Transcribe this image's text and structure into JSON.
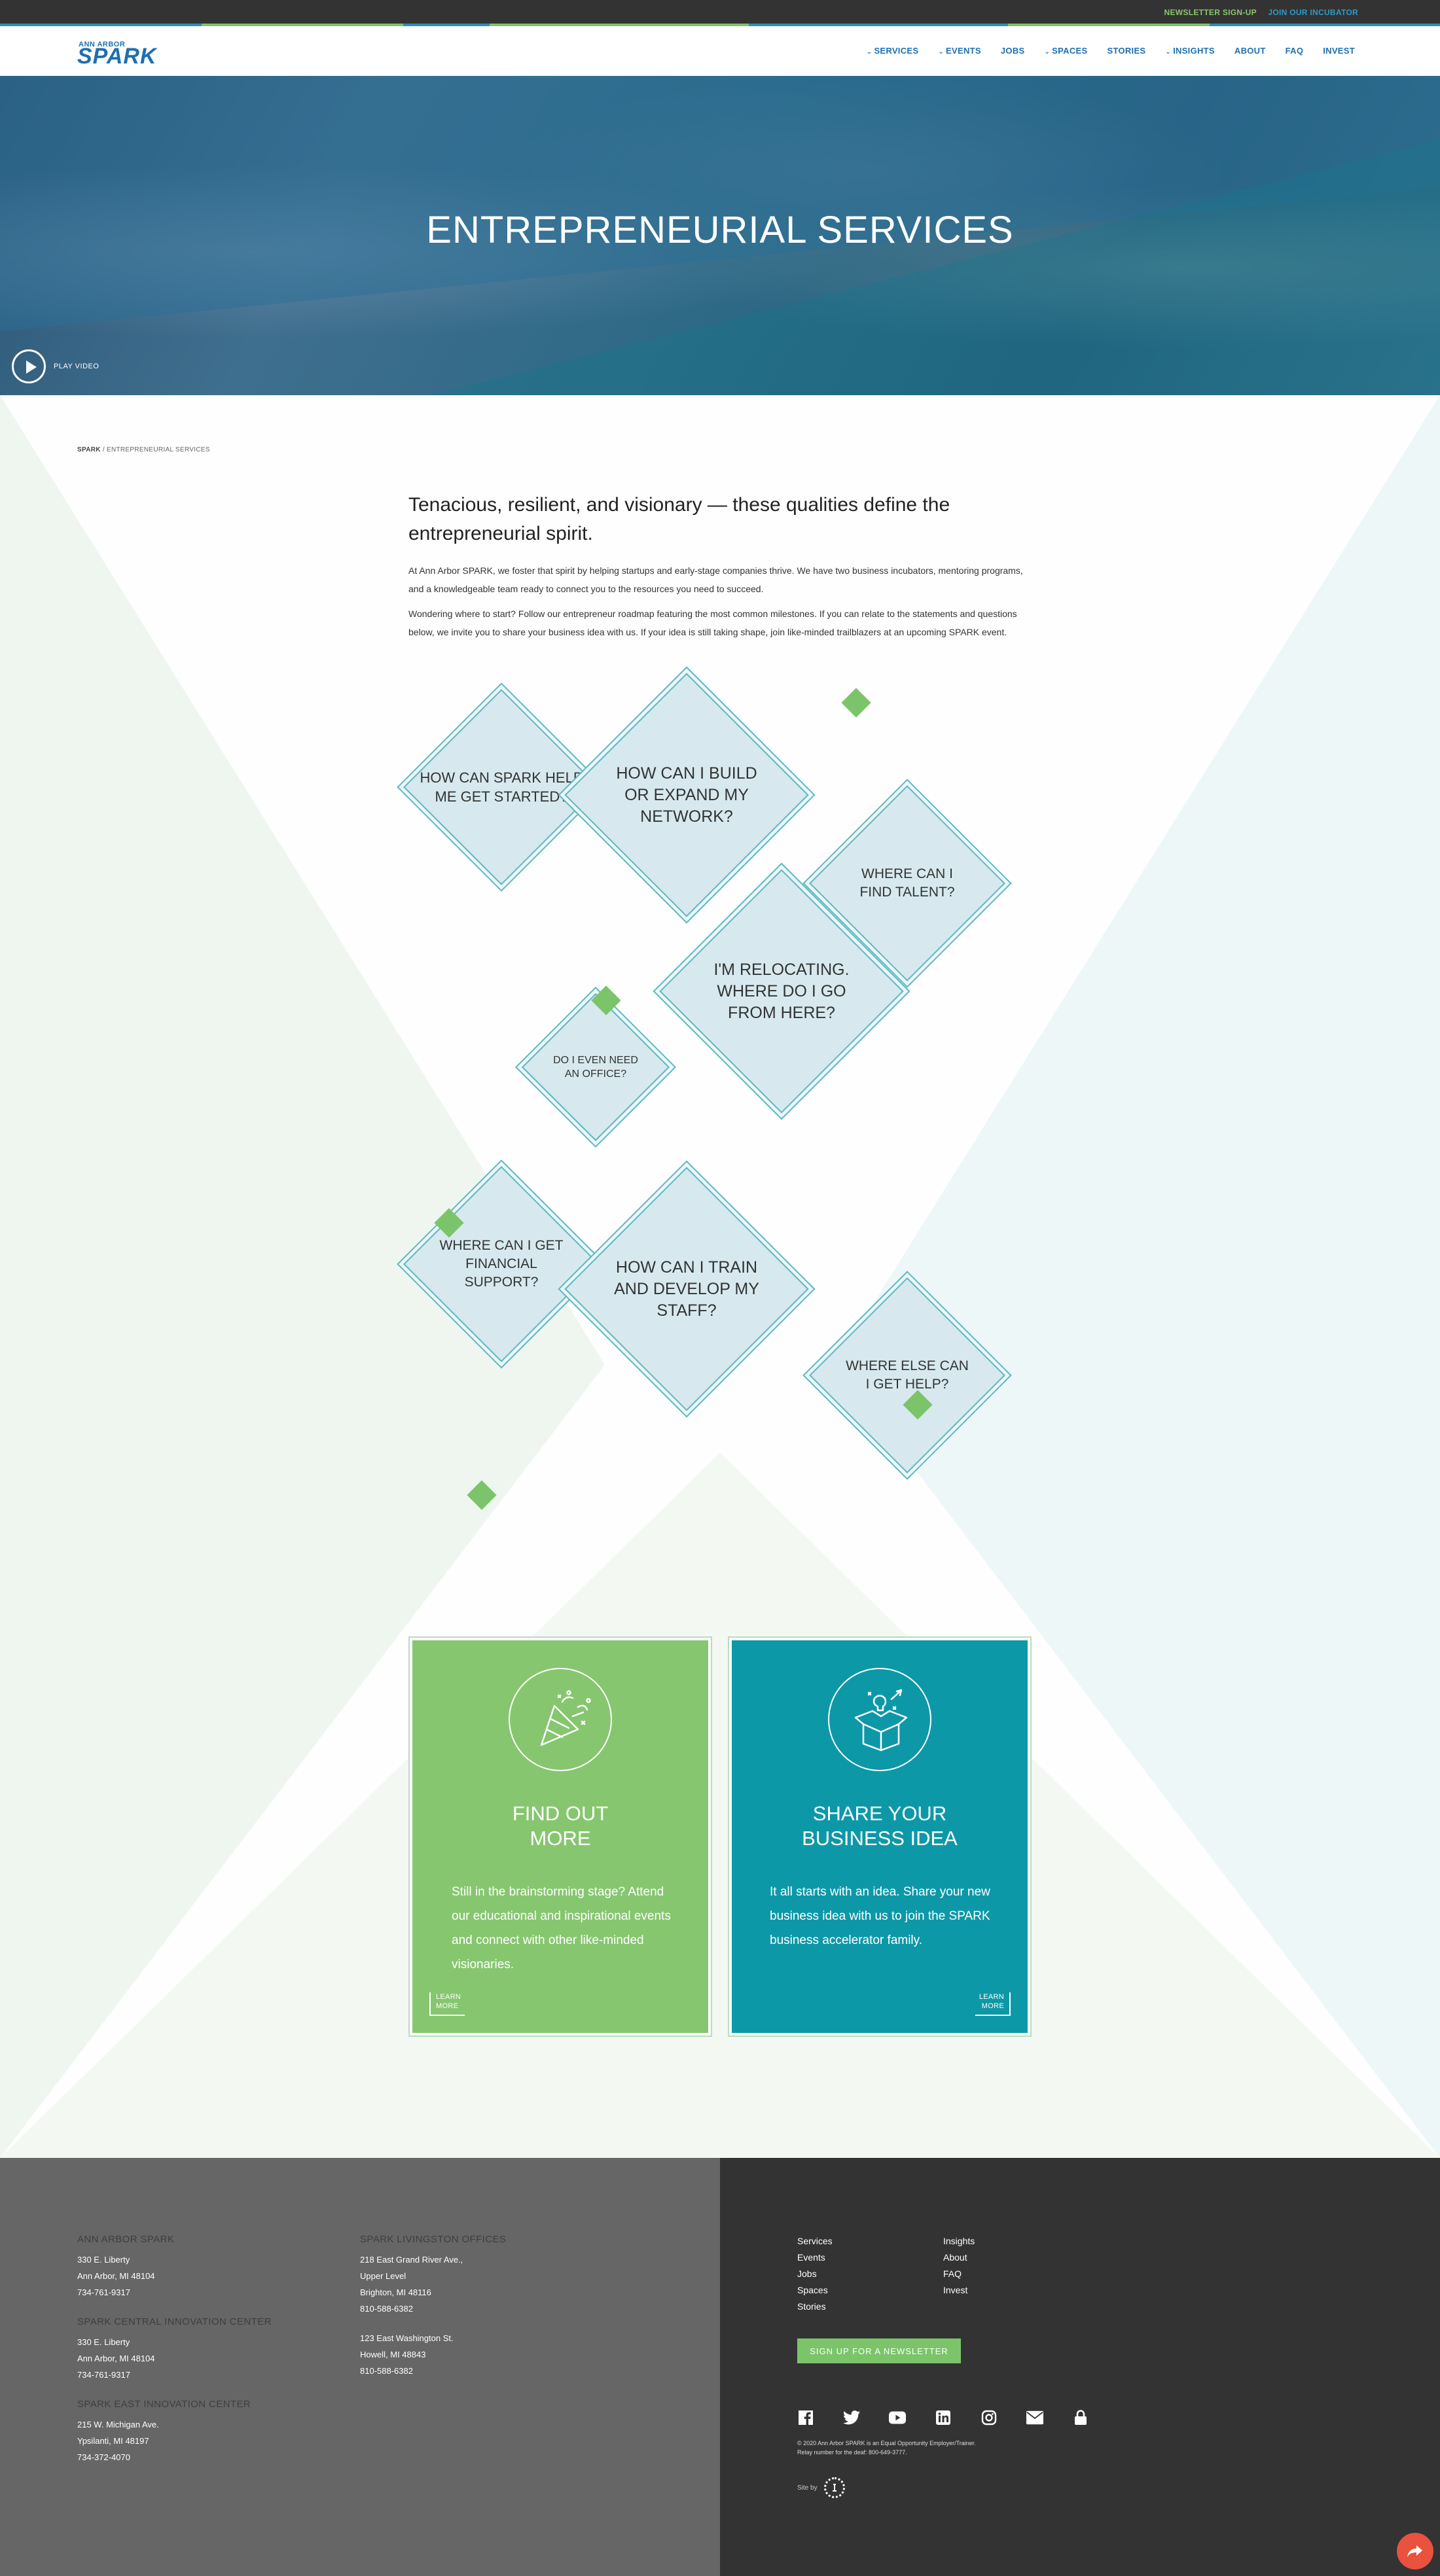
{
  "topbar": {
    "newsletter": "NEWSLETTER SIGN-UP",
    "incubator": "JOIN OUR INCUBATOR",
    "accent_green": "#8cc56d",
    "accent_blue": "#2b9bc8"
  },
  "brand": {
    "small": "ANN ARBOR",
    "big": "SPARK",
    "color": "#1e6fb0"
  },
  "nav": [
    {
      "label": "SERVICES",
      "dropdown": true
    },
    {
      "label": "EVENTS",
      "dropdown": true
    },
    {
      "label": "JOBS",
      "dropdown": false
    },
    {
      "label": "SPACES",
      "dropdown": true
    },
    {
      "label": "STORIES",
      "dropdown": false
    },
    {
      "label": "INSIGHTS",
      "dropdown": true
    },
    {
      "label": "ABOUT",
      "dropdown": false
    },
    {
      "label": "FAQ",
      "dropdown": false
    },
    {
      "label": "INVEST",
      "dropdown": false
    }
  ],
  "hero": {
    "title": "ENTREPRENEURIAL SERVICES",
    "play_label": "PLAY VIDEO"
  },
  "breadcrumb": {
    "home": "SPARK",
    "sep": " / ",
    "current": "ENTREPRENEURIAL SERVICES"
  },
  "intro": {
    "heading": "Tenacious, resilient, and visionary — these qualities define the entrepreneurial spirit.",
    "p1": "At Ann Arbor SPARK, we foster that spirit by helping startups and early-stage companies thrive. We have two business incubators, mentoring programs, and a knowledgeable team ready to connect you to the resources you need to succeed.",
    "p2": "Wondering where to start? Follow our entrepreneur roadmap featuring the most common milestones. If you can relate to the statements and questions below, we invite you to share your business idea with us. If your idea is still taking shape, join like-minded trailblazers at an upcoming SPARK event."
  },
  "questions": [
    "HOW CAN SPARK HELP ME GET STARTED?",
    "HOW CAN I BUILD OR EXPAND MY NETWORK?",
    "WHERE CAN I FIND TALENT?",
    "I'M RELOCATING. WHERE DO I GO FROM HERE?",
    "DO I EVEN NEED AN OFFICE?",
    "WHERE CAN I GET FINANCIAL SUPPORT?",
    "HOW CAN I TRAIN AND DEVELOP MY STAFF?",
    "WHERE ELSE CAN I GET HELP?"
  ],
  "cards": {
    "left": {
      "title": "FIND OUT MORE",
      "text": "Still in the brainstorming stage? Attend our educational and inspirational events and connect with other like-minded visionaries.",
      "learn": "LEARN MORE",
      "icon": "party-popper-icon",
      "color": "#86c66f"
    },
    "right": {
      "title": "SHARE YOUR BUSINESS IDEA",
      "text": "It all starts with an idea. Share your new business idea with us to join the SPARK business accelerator family.",
      "learn": "LEARN MORE",
      "icon": "gift-box-lightbulb-icon",
      "color": "#0d98a8"
    }
  },
  "footer": {
    "offices": [
      {
        "name": "ANN ARBOR SPARK",
        "lines": [
          "330 E. Liberty",
          "Ann Arbor, MI 48104",
          "734-761-9317"
        ]
      },
      {
        "name": "SPARK CENTRAL INNOVATION CENTER",
        "lines": [
          "330 E. Liberty",
          "Ann Arbor, MI 48104",
          "734-761-9317"
        ]
      },
      {
        "name": "SPARK EAST INNOVATION CENTER",
        "lines": [
          "215 W. Michigan Ave.",
          "Ypsilanti, MI 48197",
          "734-372-4070"
        ]
      }
    ],
    "livingston": {
      "name": "SPARK LIVINGSTON OFFICES",
      "a": [
        "218 East Grand River Ave.,",
        "Upper Level",
        "Brighton, MI 48116",
        "810-588-6382"
      ],
      "b": [
        "123 East Washington St.",
        "Howell, MI 48843",
        "810-588-6382"
      ]
    },
    "links_col1": [
      "Services",
      "Events",
      "Jobs",
      "Spaces",
      "Stories"
    ],
    "links_col2": [
      "Insights",
      "About",
      "FAQ",
      "Invest"
    ],
    "newsletter_button": "SIGN UP FOR A NEWSLETTER",
    "social": [
      "facebook-icon",
      "twitter-icon",
      "youtube-icon",
      "linkedin-icon",
      "instagram-icon",
      "email-icon",
      "lock-icon"
    ],
    "legal1": "© 2020 Ann Arbor SPARK is an Equal Opportunity Employer/Trainer.",
    "legal2": "Relay number for the deaf: 800-649-3777.",
    "siteby": "Site by"
  }
}
